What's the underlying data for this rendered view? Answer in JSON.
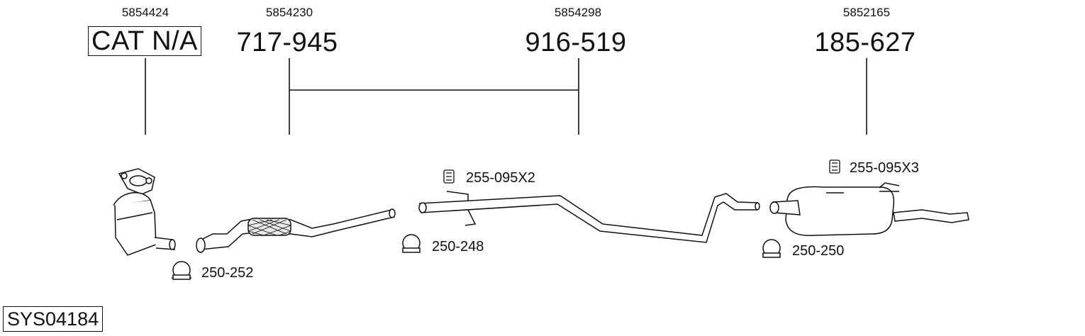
{
  "groups": [
    {
      "oem": "5854424",
      "part": "CAT N/A"
    },
    {
      "oem": "5854230",
      "part": "717-945"
    },
    {
      "oem": "5854298",
      "part": "916-519"
    },
    {
      "oem": "5852165",
      "part": "185-627"
    }
  ],
  "accessories": {
    "hanger_1": "255-095X2",
    "hanger_2": "255-095X3",
    "clamp_1": "250-252",
    "clamp_2": "250-248",
    "clamp_3": "250-250"
  },
  "system_code": "SYS04184"
}
